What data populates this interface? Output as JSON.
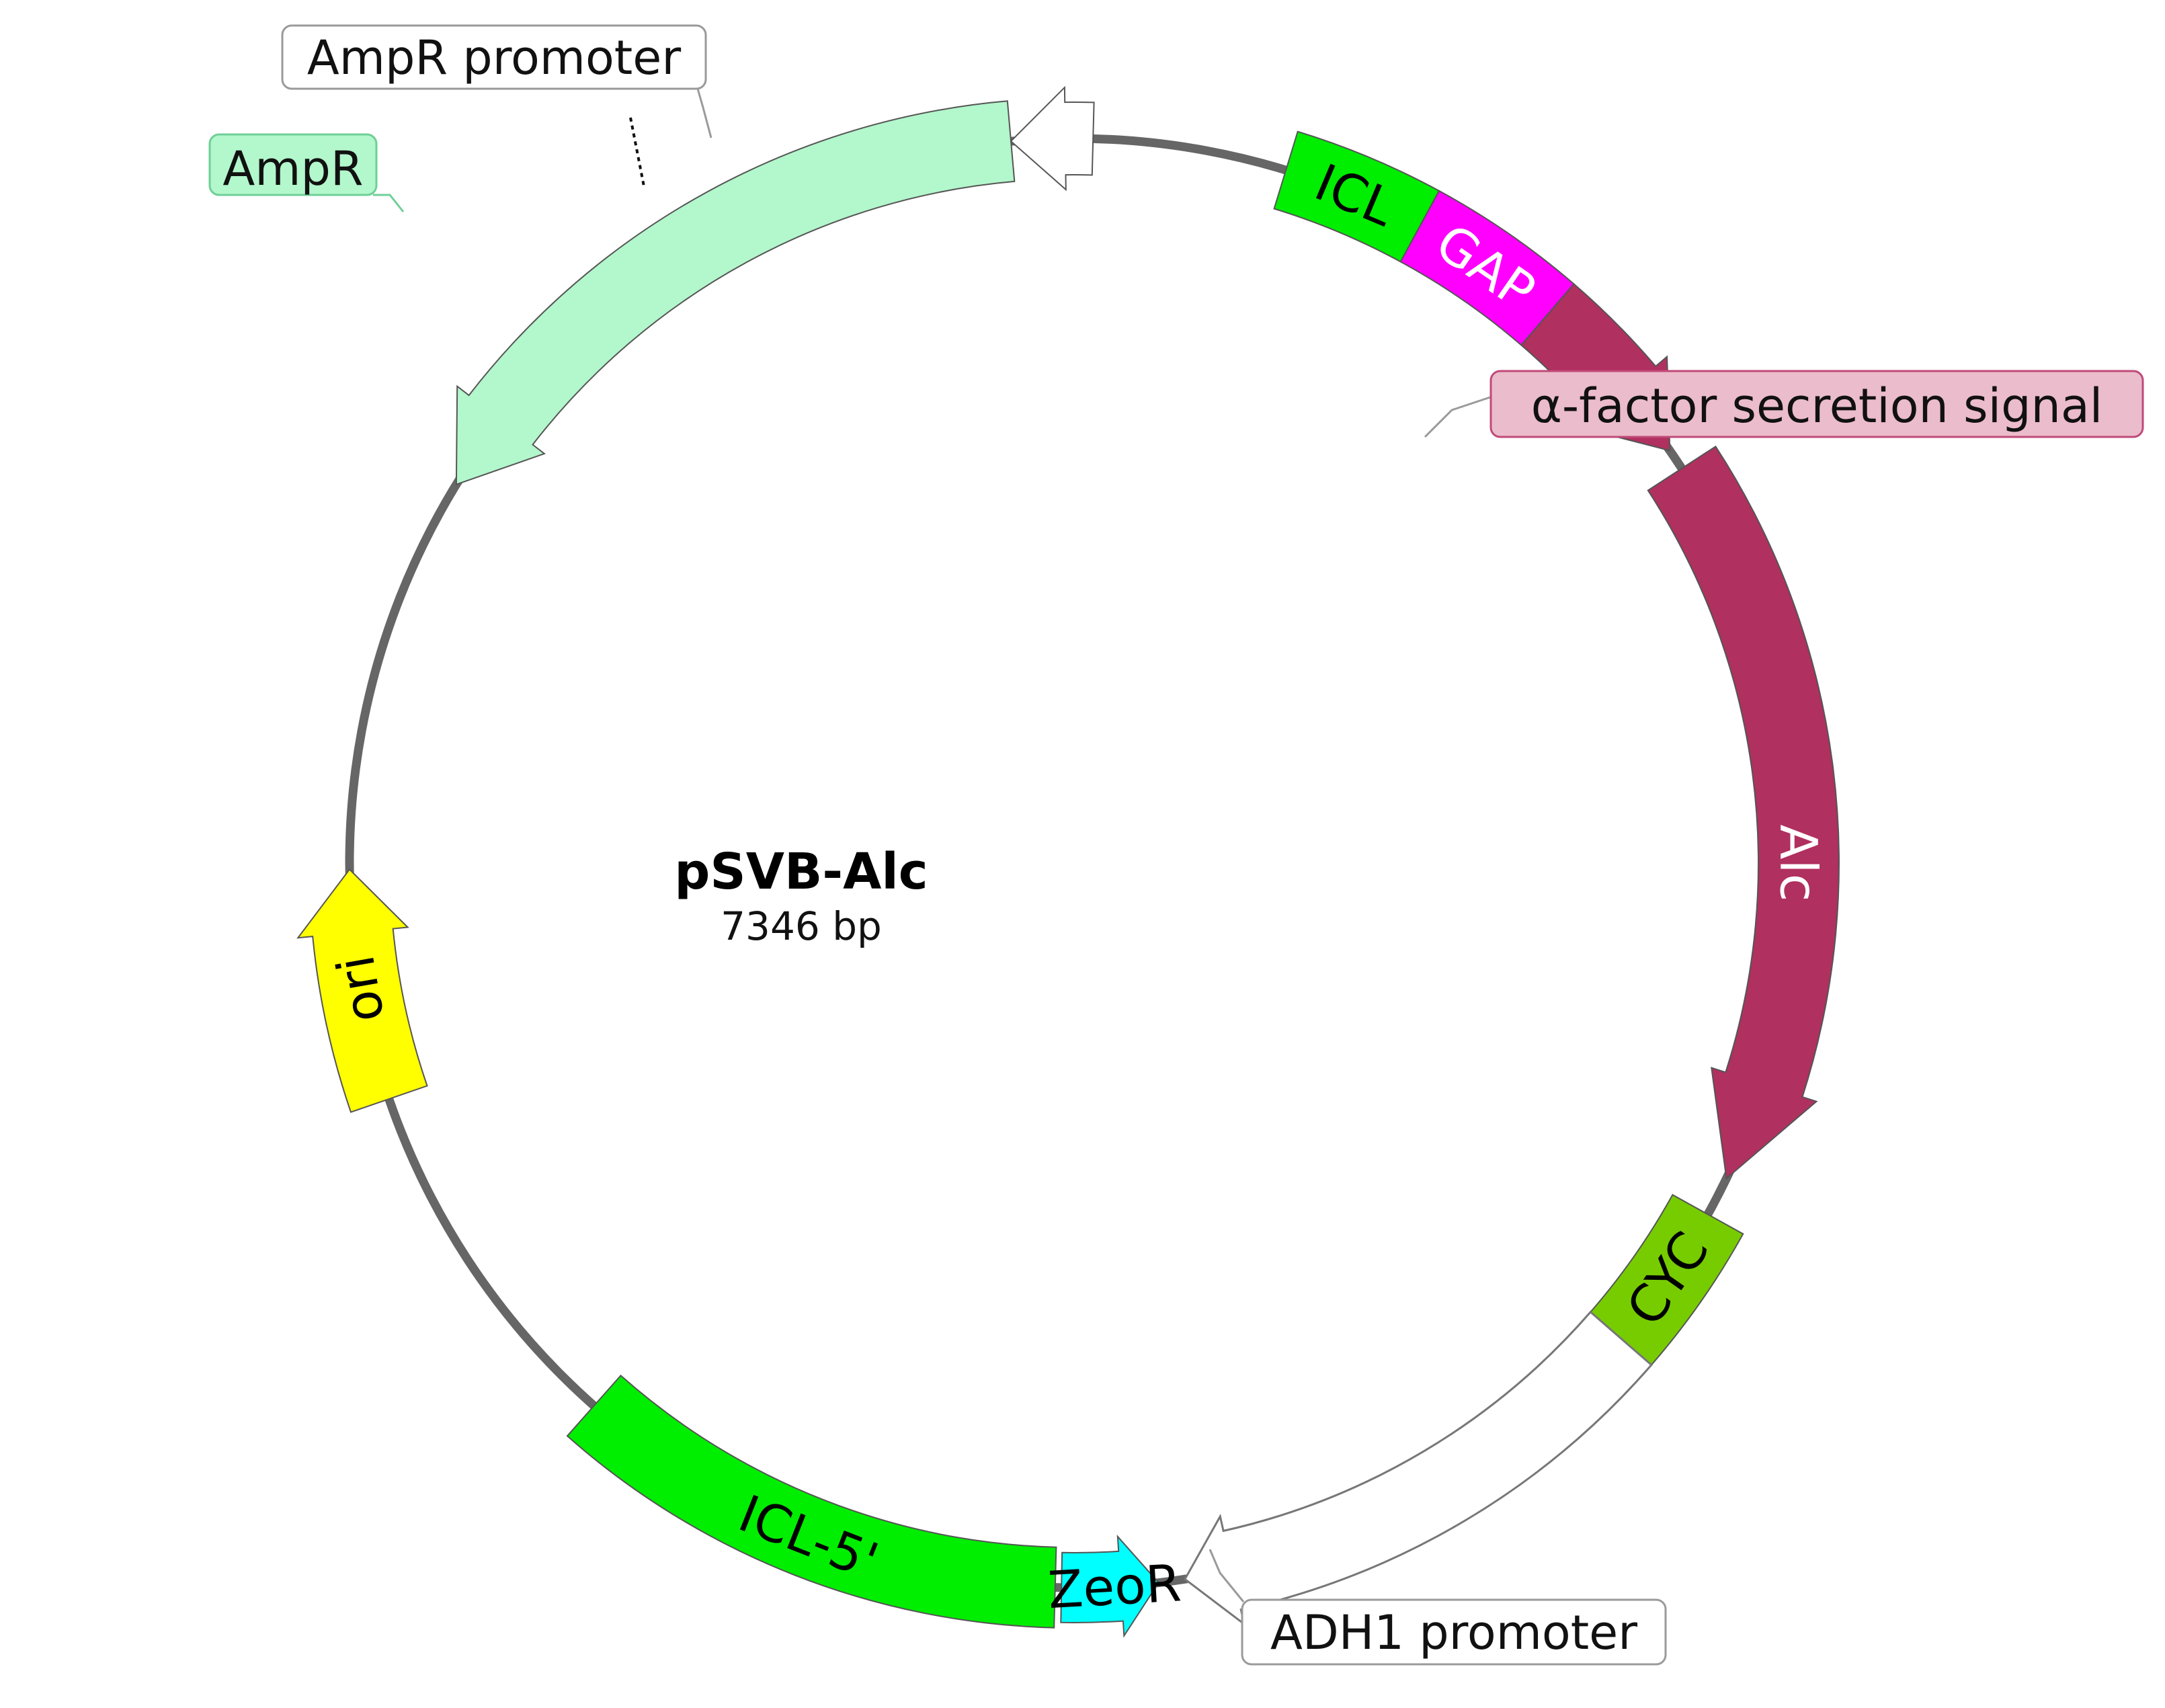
{
  "plasmid": {
    "name": "pSVB-Alc",
    "size_label": "7346 bp",
    "length_bp": 7346
  },
  "backbone_color": "#666666",
  "features": [
    {
      "id": "icl",
      "label": "ICL",
      "color": "#00ee00",
      "text_color": "#000000"
    },
    {
      "id": "gap",
      "label": "GAP",
      "color": "#ff00ff",
      "text_color": "#ffffff"
    },
    {
      "id": "alpha",
      "label": "",
      "color": "#b03060",
      "text_color": "#ffffff"
    },
    {
      "id": "alc",
      "label": "Alc",
      "color": "#b03060",
      "text_color": "#ffffff"
    },
    {
      "id": "cyc",
      "label": "CYC",
      "color": "#77cc00",
      "text_color": "#000000"
    },
    {
      "id": "adh1",
      "label": "",
      "color": "#ffffff",
      "text_color": "#000000"
    },
    {
      "id": "zeor",
      "label": "ZeoR",
      "color": "#00ffff",
      "text_color": "#000000"
    },
    {
      "id": "icl5",
      "label": "ICL-5'",
      "color": "#00ee00",
      "text_color": "#000000"
    },
    {
      "id": "ori",
      "label": "ori",
      "color": "#ffff00",
      "text_color": "#000000"
    },
    {
      "id": "ampr",
      "label": "",
      "color": "#b3f7cc",
      "text_color": "#000000"
    },
    {
      "id": "amprp",
      "label": "",
      "color": "#ffffff",
      "text_color": "#000000"
    }
  ],
  "callouts": {
    "ampr_promoter": {
      "text": "AmpR promoter",
      "fill": "#ffffff",
      "stroke": "#9a9a9a"
    },
    "ampr": {
      "text": "AmpR",
      "fill": "#b3f7cc",
      "stroke": "#6fcf98"
    },
    "alpha_factor": {
      "text": "α-factor secretion signal",
      "fill": "#ebbccb",
      "stroke": "#c04a78"
    },
    "adh1_promoter": {
      "text": "ADH1 promoter",
      "fill": "#ffffff",
      "stroke": "#9a9a9a"
    }
  }
}
